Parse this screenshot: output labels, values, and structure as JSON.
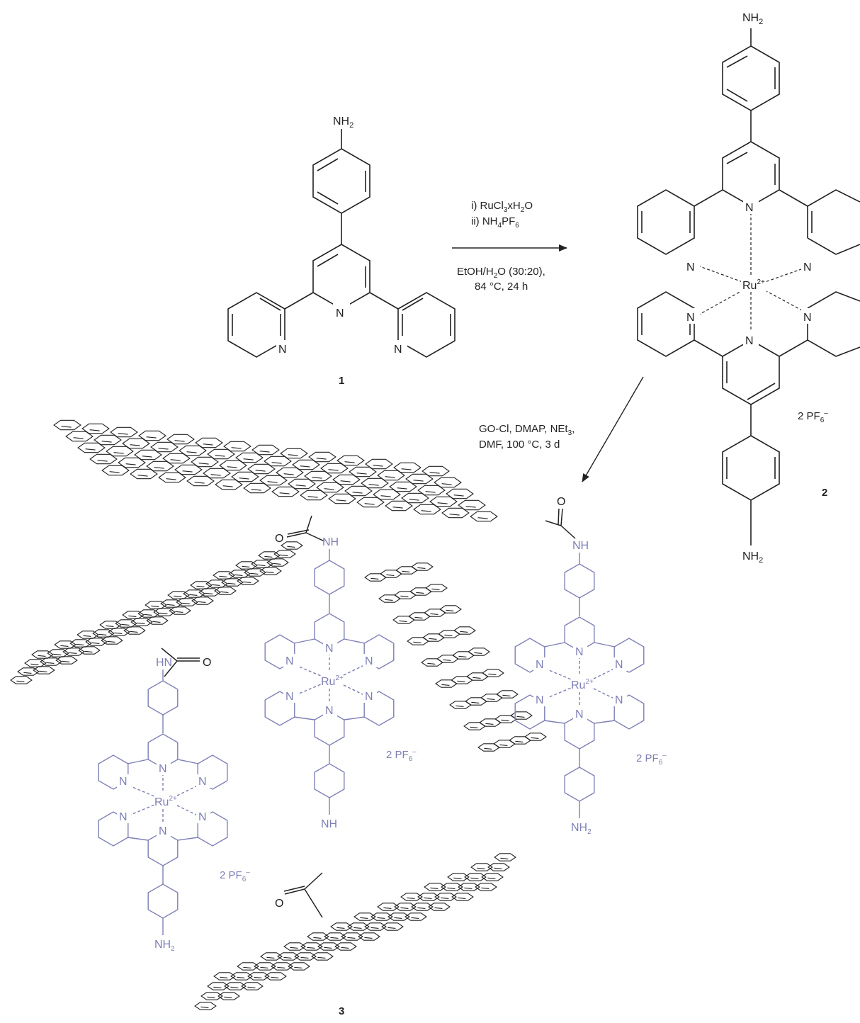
{
  "compounds": {
    "c1": {
      "number": "1",
      "nh2": "NH",
      "nh2_sub": "2"
    },
    "c2": {
      "number": "2",
      "counterion": "2 PF",
      "counterion_sub": "6",
      "counterion_sup": "–",
      "nh2": "NH",
      "nh2_sub": "2"
    },
    "c3": {
      "number": "3"
    }
  },
  "atoms": {
    "n": "N",
    "ru": "Ru",
    "ru_charge": "2+",
    "o": "O",
    "nh": "NH",
    "hn": "HN"
  },
  "step1": {
    "reagent_i_prefix": "i)  RuCl",
    "reagent_i_sub": "3",
    "reagent_i_mid": "xH",
    "reagent_i_sub2": "2",
    "reagent_i_end": "O",
    "reagent_ii_prefix": "ii) NH",
    "reagent_ii_sub": "4",
    "reagent_ii_mid": "PF",
    "reagent_ii_sub2": "6",
    "solvent_prefix": "EtOH/H",
    "solvent_sub": "2",
    "solvent_end": "O (30:20),",
    "conditions": "84 °C, 24 h"
  },
  "step2": {
    "reagents_prefix": "GO-Cl, DMAP, NEt",
    "reagents_sub": "3",
    "reagents_end": ",",
    "conditions": "DMF, 100 °C, 3 d"
  },
  "colors": {
    "black": "#222222",
    "complex": "#7e7fb6"
  }
}
